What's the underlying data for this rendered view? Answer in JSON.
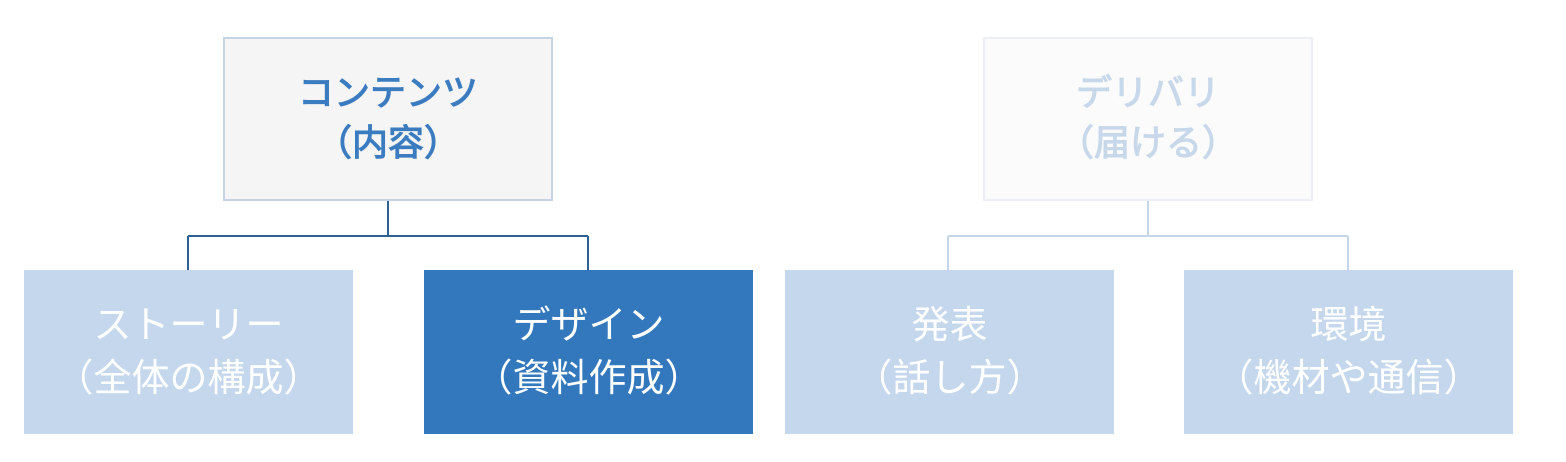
{
  "colors": {
    "active_parent_text": "#3b7cc0",
    "dim_parent_text": "#c8d8eb",
    "child_light_bg": "#c4d7ec",
    "child_selected_bg": "#3378bd",
    "child_text": "#ffffff",
    "active_connector": "#2c5f92",
    "dim_connector": "#c5d6ea"
  },
  "groups": [
    {
      "parent": {
        "line1": "コンテンツ",
        "line2": "（内容）"
      },
      "children": [
        {
          "line1": "ストーリー",
          "line2": "（全体の構成）"
        },
        {
          "line1": "デザイン",
          "line2": "（資料作成）"
        }
      ]
    },
    {
      "parent": {
        "line1": "デリバリ",
        "line2": "（届ける）"
      },
      "children": [
        {
          "line1": "発表",
          "line2": "（話し方）"
        },
        {
          "line1": "環境",
          "line2": "（機材や通信）"
        }
      ]
    }
  ]
}
